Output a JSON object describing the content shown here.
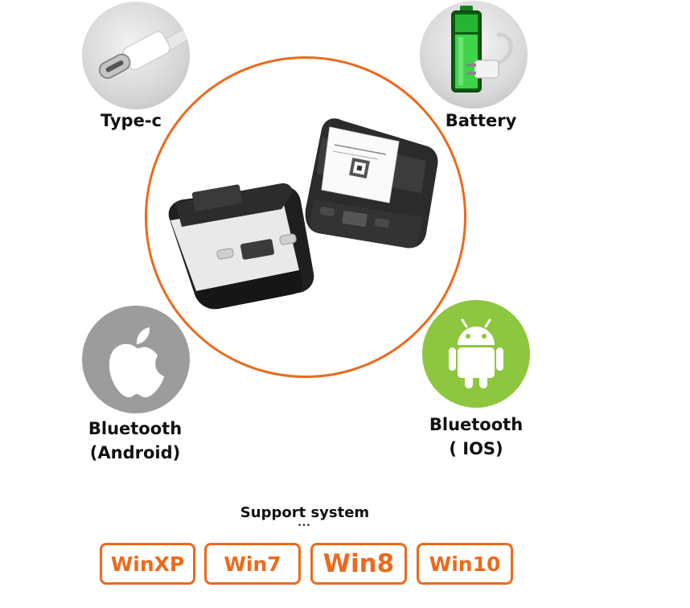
{
  "features": {
    "typec_label": "Type-c",
    "battery_label": "Battery",
    "android_label_line1": "Bluetooth",
    "android_label_line2": "(Android)",
    "ios_label_line1": "Bluetooth",
    "ios_label_line2": "( IOS)"
  },
  "support": {
    "title": "Support system",
    "dots": "•••",
    "os": [
      "WinXP",
      "Win7",
      "Win8",
      "Win10"
    ]
  },
  "colors": {
    "accent": "#ec6a1c",
    "android_green": "#8dc63f",
    "circle_gray": "#9a9a9a",
    "battery_green": "#22c02a"
  },
  "icons": [
    "usb-c-cable-icon",
    "battery-icon",
    "power-plug-icon",
    "apple-logo-icon",
    "android-logo-icon",
    "printer-image"
  ]
}
